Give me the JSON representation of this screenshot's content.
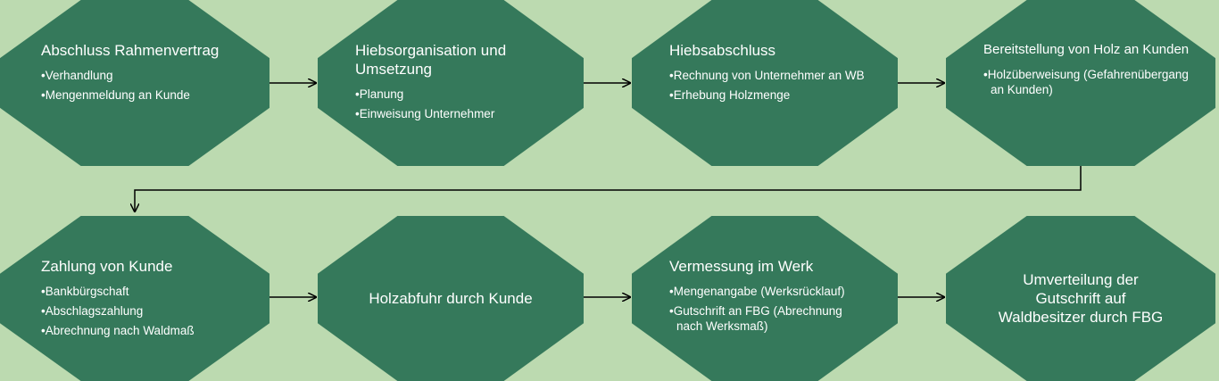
{
  "steps": [
    {
      "title": "Abschluss Rahmenvertrag",
      "items": [
        "Verhandlung",
        "Mengenmeldung an Kunde"
      ]
    },
    {
      "title": "Hiebsorganisation und Umsetzung",
      "items": [
        "Planung",
        "Einweisung Unternehmer"
      ]
    },
    {
      "title": "Hiebsabschluss",
      "items": [
        "Rechnung von Unternehmer an WB",
        "Erhebung Holzmenge"
      ]
    },
    {
      "title": "Bereitstellung von Holz an Kunden",
      "items": [
        "Holzüberweisung (Gefahrenübergang an Kunden)"
      ]
    },
    {
      "title": "Zahlung von Kunde",
      "items": [
        "Bankbürgschaft",
        "Abschlagszahlung",
        "Abrechnung nach Waldmaß"
      ]
    },
    {
      "title": "Holzabfuhr durch Kunde",
      "items": []
    },
    {
      "title": "Vermessung im Werk",
      "items": [
        "Mengenangabe (Werksrücklauf)",
        "Gutschrift an FBG (Abrechnung nach Werksmaß)"
      ]
    },
    {
      "title": "Umverteilung der Gutschrift auf Waldbesitzer durch FBG",
      "items": []
    }
  ],
  "colors": {
    "background": "#bcdab0",
    "shape": "#35795b",
    "text": "#ffffff",
    "arrow": "#000000"
  }
}
